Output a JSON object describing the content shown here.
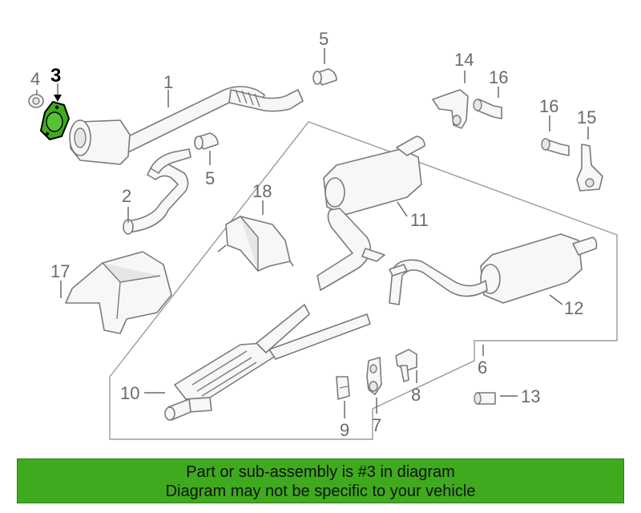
{
  "diagram": {
    "highlight_color": "#3faa1e",
    "callouts": {
      "c1": "1",
      "c2": "2",
      "c3": "3",
      "c4": "4",
      "c5a": "5",
      "c5b": "5",
      "c6": "6",
      "c7": "7",
      "c8": "8",
      "c9": "9",
      "c10": "10",
      "c11": "11",
      "c12": "12",
      "c13": "13",
      "c14": "14",
      "c15": "15",
      "c16a": "16",
      "c16b": "16",
      "c17": "17",
      "c18": "18"
    }
  },
  "banner": {
    "color": "#3faa1e",
    "line1": "Part or sub-assembly is #3 in diagram",
    "line2": "Diagram may not be specific to your vehicle"
  }
}
